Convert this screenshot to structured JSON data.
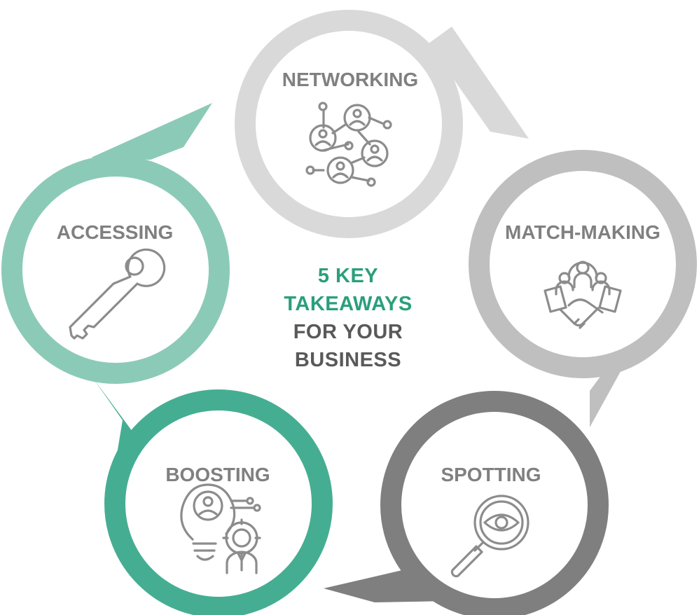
{
  "center": {
    "line1": "5 KEY",
    "line2": "TAKEAWAYS",
    "line3": "FOR YOUR",
    "line4": "BUSINESS"
  },
  "nodes": [
    {
      "label": "NETWORKING",
      "icon": "network-people-icon",
      "color": "#d9d9d9"
    },
    {
      "label": "MATCH-MAKING",
      "icon": "handshake-icon",
      "color": "#bfbfbf"
    },
    {
      "label": "SPOTTING",
      "icon": "magnifier-eye-icon",
      "color": "#7f7f7f"
    },
    {
      "label": "BOOSTING",
      "icon": "idea-gear-person-icon",
      "color": "#45ae92"
    },
    {
      "label": "ACCESSING",
      "icon": "key-icon",
      "color": "#8ccab8"
    }
  ],
  "colors": {
    "accent": "#2a9f7b",
    "center_text_dark": "#595959",
    "label_text": "#808080",
    "icon_stroke": "#8c8c8c"
  }
}
